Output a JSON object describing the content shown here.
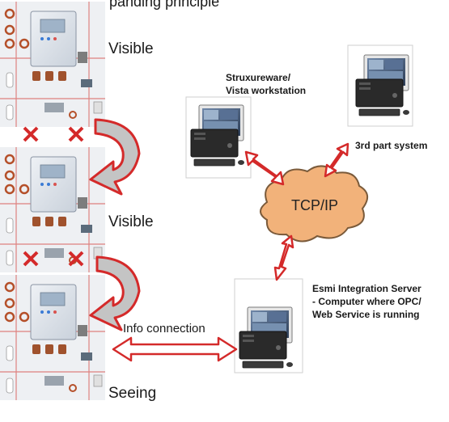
{
  "heading_fragment": "panding principle",
  "panels": [
    {
      "label": "Visible"
    },
    {
      "label": "Visible"
    },
    {
      "label": "Seeing"
    }
  ],
  "network": {
    "label": "TCP/IP"
  },
  "workstation": {
    "label_line1": "Struxureware/",
    "label_line2": "Vista workstation"
  },
  "third_party": {
    "label": "3rd part system"
  },
  "integration_server": {
    "label_line1": "Esmi Integration Server",
    "label_line2": "- Computer where OPC/",
    "label_line3": "Web Service is running"
  },
  "info_connection": {
    "label": "Info connection"
  },
  "colors": {
    "arrow": "#d42a2a",
    "cloud": "#f2b27a",
    "loop_arrow": "#bfbfbf"
  }
}
